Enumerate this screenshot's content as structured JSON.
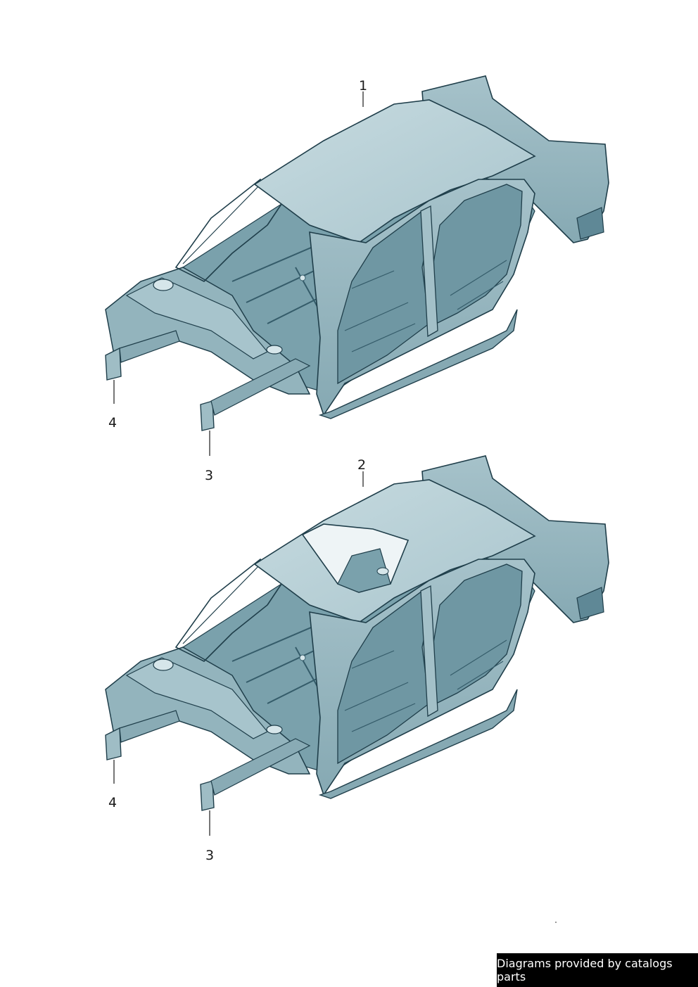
{
  "colors": {
    "body_fill": "#b5cfd6",
    "body_shade": "#6f97a3",
    "body_dark": "#355c6a",
    "outline": "#1f3e4a",
    "footer_bg": "#000000",
    "footer_text": "#ffffff"
  },
  "assemblies": [
    {
      "label": "1",
      "roof": "solid",
      "callouts": [
        {
          "label": "4"
        },
        {
          "label": "3"
        }
      ]
    },
    {
      "label": "2",
      "roof": "sunroof-opening",
      "callouts": [
        {
          "label": "4"
        },
        {
          "label": "3"
        }
      ]
    }
  ],
  "footer": {
    "text": "Diagrams provided by catalogs parts"
  }
}
